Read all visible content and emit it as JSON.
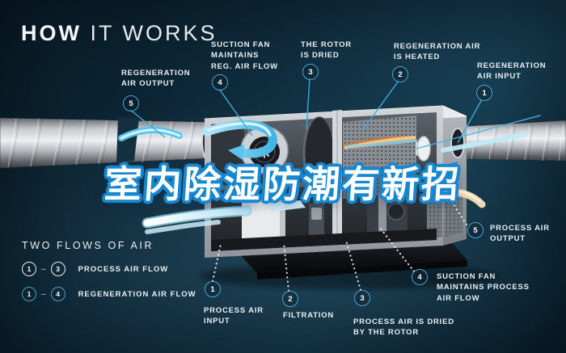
{
  "title": {
    "bold": "HOW",
    "light": " IT WORKS"
  },
  "overlay": {
    "text": "室内除湿防潮有新招"
  },
  "callouts": [
    {
      "num": "5",
      "text": "REGENERATION\nAIR OUTPUT"
    },
    {
      "num": "4",
      "text": "SUCTION FAN\nMAINTAINS\nREG. AIR FLOW"
    },
    {
      "num": "3",
      "text": "THE ROTOR\nIS DRIED"
    },
    {
      "num": "2",
      "text": "REGENERATION AIR\nIS HEATED"
    },
    {
      "num": "1",
      "text": "REGENERATION\nAIR INPUT"
    },
    {
      "num": "1",
      "text": "PROCESS AIR\nINPUT"
    },
    {
      "num": "2",
      "text": "FILTRATION"
    },
    {
      "num": "3",
      "text": "PROCESS AIR IS DRIED\nBY THE ROTOR"
    },
    {
      "num": "4",
      "text": "SUCTION FAN\nMAINTAINS PROCESS\nAIR FLOW"
    },
    {
      "num": "5",
      "text": "PROCESS AIR\nOUTPUT"
    }
  ],
  "legend": {
    "heading": "TWO FLOWS OF AIR",
    "dash": "–",
    "rows": [
      {
        "from": "1",
        "to": "3",
        "label": "PROCESS AIR FLOW",
        "style": "white"
      },
      {
        "from": "1",
        "to": "4",
        "label": "REGENERATION AIR FLOW",
        "style": "teal"
      }
    ]
  },
  "colors": {
    "background": "#0d2838",
    "accent_cyan": "#3fb6e8",
    "badge_border": "#4da3cc",
    "overlay_fill": "#ffffff",
    "overlay_outline": "#1787cf",
    "heater_orange": "#f9a558",
    "cream_outlet": "#ead9b2"
  }
}
